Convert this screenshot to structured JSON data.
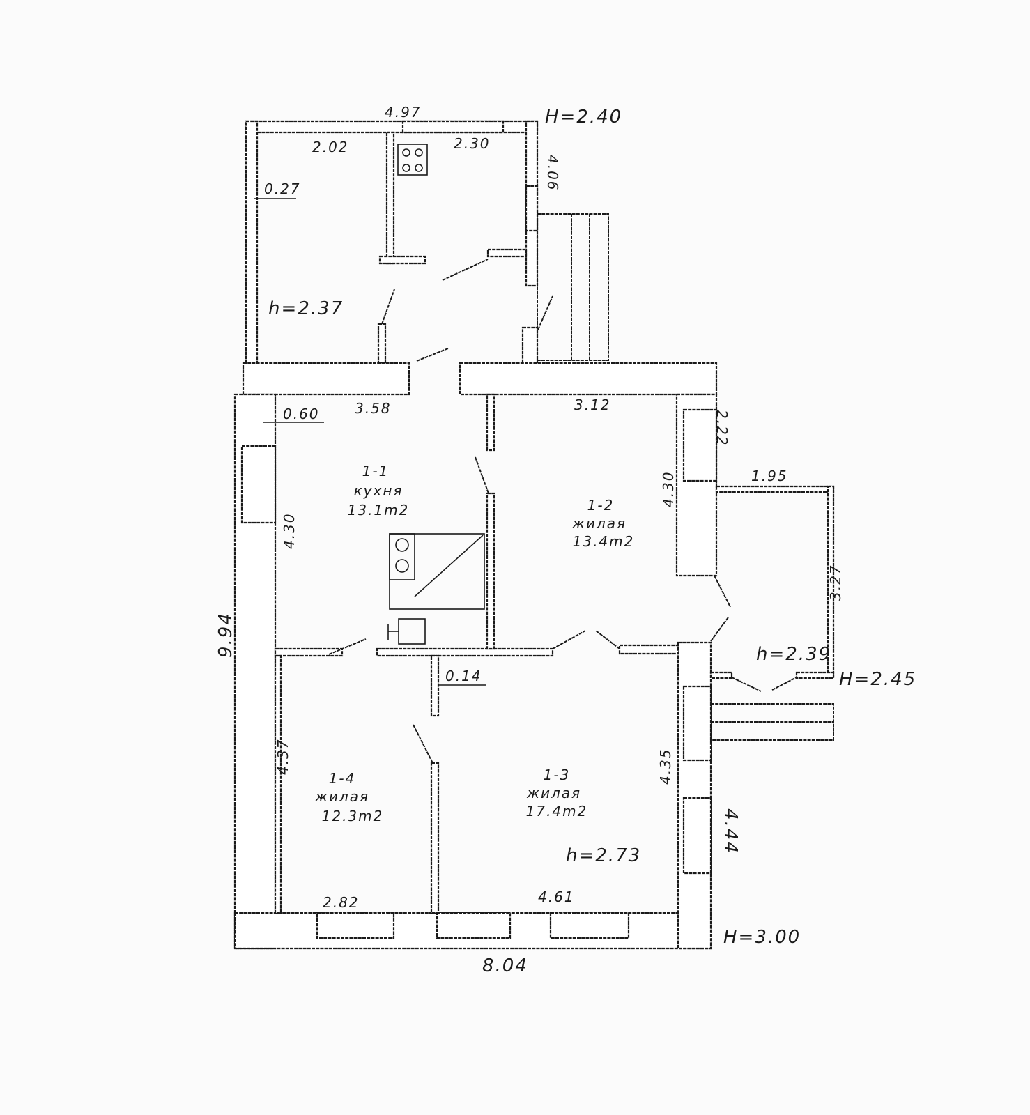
{
  "dimensions": {
    "top_width": "4.97",
    "ceiling_rear": "Н=2.40",
    "rear_left_room_width": "2.02",
    "rear_right_room_width": "2.30",
    "rear_right_depth": "4.06",
    "rear_wall": "0.27",
    "rear_height": "h=2.37",
    "kitchen_width": "3.58",
    "kitchen_wall": "0.60",
    "room2_width": "3.12",
    "room2_depth": "4.30",
    "room2_side": "2.22",
    "veranda_width": "1.95",
    "veranda_depth": "3.27",
    "veranda_height": "h=2.39",
    "veranda_ceiling": "Н=2.45",
    "kitchen_depth": "4.30",
    "partition": "0.14",
    "overall_depth": "9.94",
    "room4_depth": "4.37",
    "room3_depth": "4.35",
    "right_side": "4.44",
    "room3_height": "h=2.73",
    "room4_width": "2.82",
    "room3_width": "4.61",
    "main_ceiling": "Н=3.00",
    "overall_width": "8.04"
  },
  "rooms": [
    {
      "id": "1-1",
      "name": "кухня",
      "area": "13.1m2"
    },
    {
      "id": "1-2",
      "name": "жилая",
      "area": "13.4m2"
    },
    {
      "id": "1-3",
      "name": "жилая",
      "area": "17.4m2"
    },
    {
      "id": "1-4",
      "name": "жилая",
      "area": "12.3m2"
    }
  ]
}
